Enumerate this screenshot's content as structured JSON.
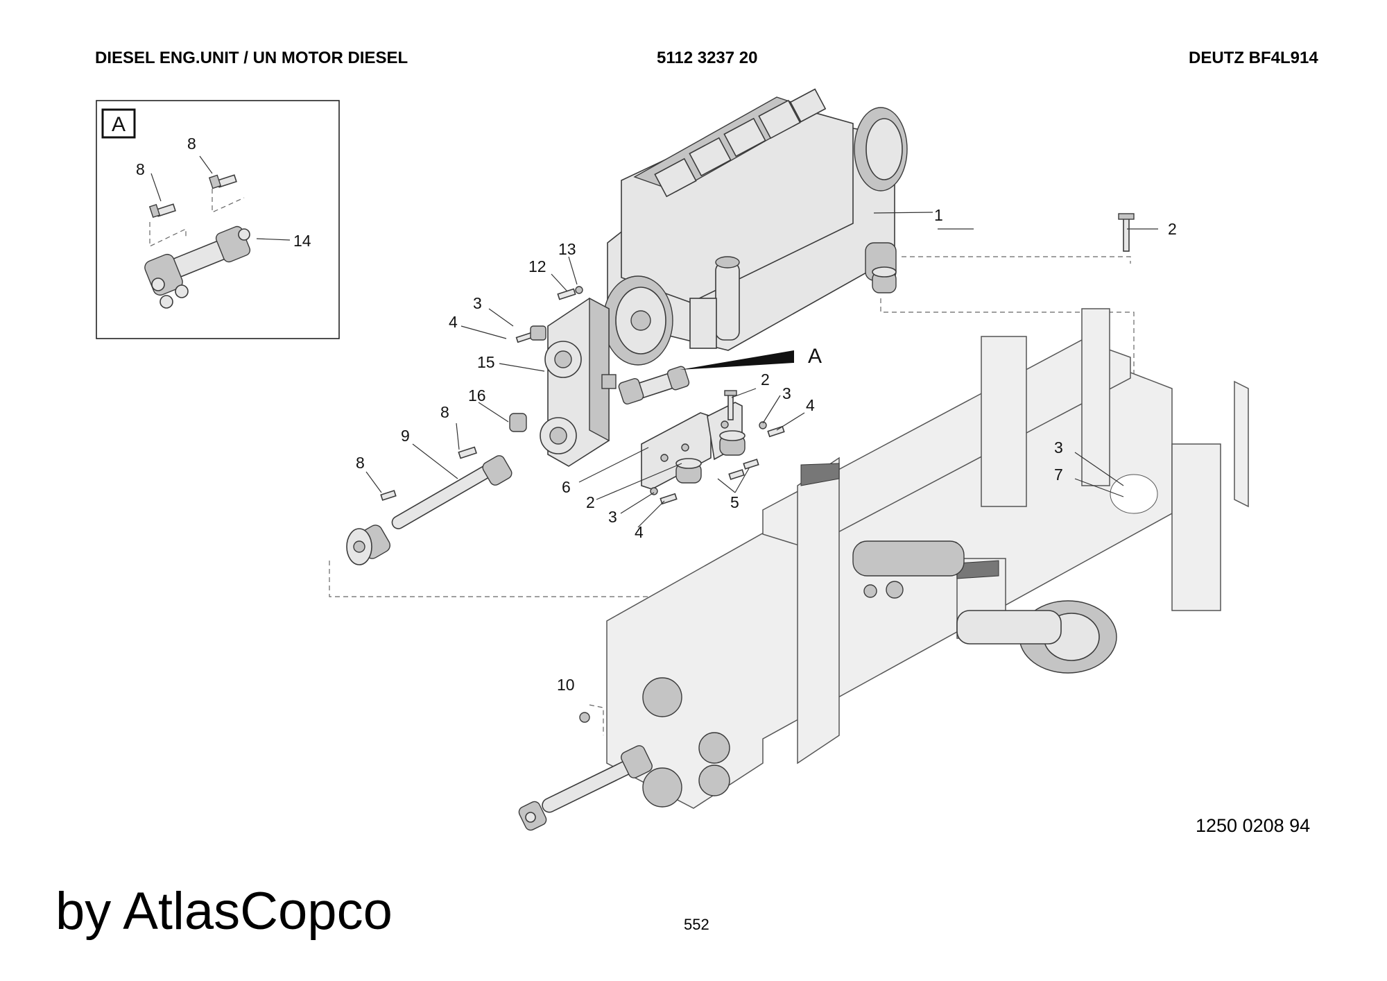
{
  "header": {
    "title": "DIESEL ENG.UNIT / UN MOTOR DIESEL",
    "code": "5112 3237 20",
    "engine": "DEUTZ BF4L914"
  },
  "inset": {
    "label": "A"
  },
  "detail_arrow_label": "A",
  "callouts": {
    "c1": "1",
    "c2_top": "2",
    "c2_mid": "2",
    "c2_low": "2",
    "c3_left": "3",
    "c3_mid": "3",
    "c3_low": "3",
    "c3_right": "3",
    "c4_left": "4",
    "c4_mid": "4",
    "c4_low": "4",
    "c5": "5",
    "c6": "6",
    "c7": "7",
    "c8_inset_a": "8",
    "c8_inset_b": "8",
    "c8_mid": "8",
    "c8_left": "8",
    "c9": "9",
    "c10": "10",
    "c12": "12",
    "c13": "13",
    "c14": "14",
    "c15": "15",
    "c16": "16"
  },
  "drawing_number": "1250 0208 94",
  "brand": "by AtlasCopco",
  "page_number": "552",
  "colors": {
    "part_fill": "#e6e6e6",
    "part_dark": "#bdbdbd",
    "line": "#3a3a3a",
    "frame_fill": "#efefef"
  }
}
